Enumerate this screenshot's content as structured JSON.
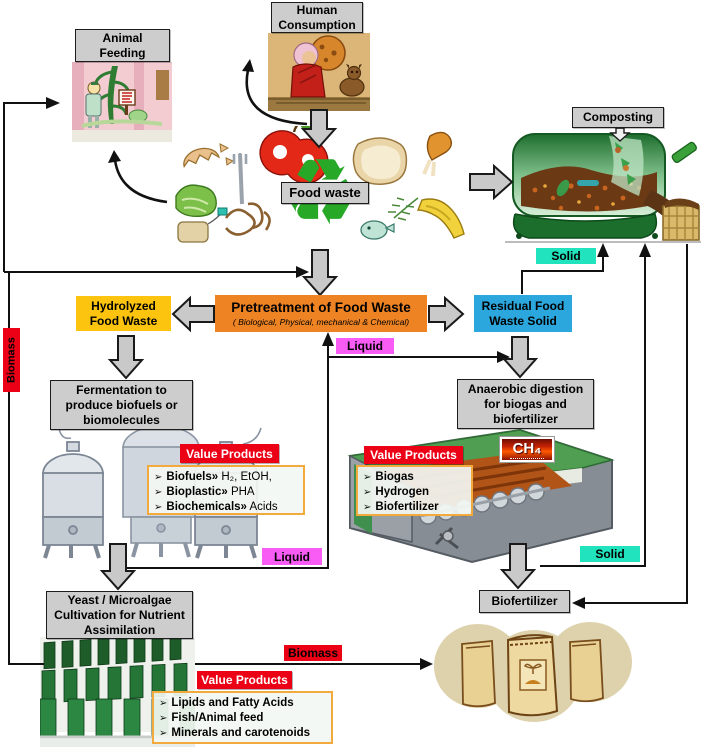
{
  "title": "Food waste valorization pathways diagram",
  "nodes": {
    "animal_feeding": "Animal Feeding",
    "human_consumption": "Human Consumption",
    "food_waste": "Food waste",
    "composting": "Composting",
    "hydrolyzed": "Hydrolyzed Food Waste",
    "pretreatment_title": "Pretreatment of Food Waste",
    "pretreatment_subtitle": "( Biological, Physical, mechanical & Chemical)",
    "residual": "Residual Food Waste Solid",
    "fermentation": "Fermentation to produce biofuels or biomolecules",
    "anaerobic": "Anaerobic digestion for biogas and biofertilizer",
    "yeast": "Yeast / Microalgae Cultivation for Nutrient Assimilation",
    "biofertilizer": "Biofertilizer"
  },
  "streams": {
    "solid_top": "Solid",
    "solid_bottom": "Solid",
    "liquid_top": "Liquid",
    "liquid_bottom": "Liquid",
    "biomass_vertical": "Biomass",
    "biomass_horizontal": "Biomass",
    "ch4": "CH₄"
  },
  "value_products": {
    "header": "Value Products",
    "fermentation": {
      "items": [
        {
          "name": "Biofuels»",
          "detail": " H₂, EtOH,"
        },
        {
          "name": "Bioplastic»",
          "detail": " PHA"
        },
        {
          "name": "Biochemicals»",
          "detail": " Acids"
        }
      ]
    },
    "anaerobic": {
      "items": [
        {
          "name": "Biogas",
          "detail": ""
        },
        {
          "name": "Hydrogen",
          "detail": ""
        },
        {
          "name": "Biofertilizer",
          "detail": ""
        }
      ]
    },
    "microalgae": {
      "items": [
        {
          "name": "Lipids and Fatty Acids",
          "detail": ""
        },
        {
          "name": "Fish/Animal feed",
          "detail": ""
        },
        {
          "name": "Minerals and carotenoids",
          "detail": ""
        }
      ]
    }
  },
  "glyphs": {
    "bullet": "➢"
  },
  "colors": {
    "node_gray": "#cdcdcd",
    "pretreatment_orange": "#ee8324",
    "hydrolyzed_yellow": "#fcc40f",
    "residual_blue": "#2ba7de",
    "solid_cyan": "#21e3bd",
    "liquid_magenta": "#f85cf5",
    "label_red": "#ec0016",
    "value_box_border": "#f2aa3d",
    "arrow_gray": "#c9c9c9"
  }
}
